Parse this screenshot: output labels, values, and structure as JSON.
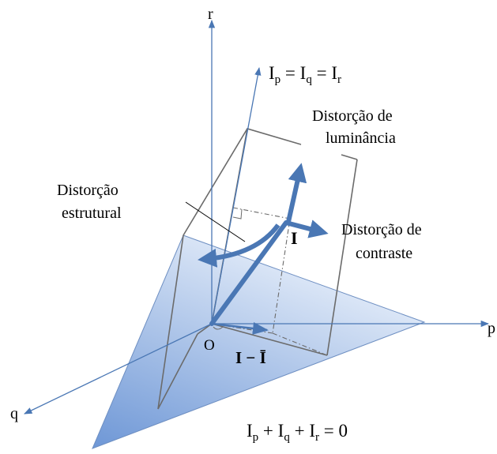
{
  "axes": {
    "p": "p",
    "q": "q",
    "r": "r",
    "origin": "O"
  },
  "diagonal_line": {
    "base": "I",
    "sub_p": "p",
    "eq1": " = ",
    "sub_q": "q",
    "eq2": " = ",
    "sub_r": "r"
  },
  "plane_equation": {
    "sub_p": "p",
    "plus1": " + ",
    "sub_q": "q",
    "plus2": " + ",
    "sub_r": "r",
    "rhs": " = 0"
  },
  "vectors": {
    "image": "I",
    "projection": "I − Ī"
  },
  "labels": {
    "luminance_line1": "Distorção de",
    "luminance_line2": "luminância",
    "structural_line1": "Distorção",
    "structural_line2": "estrutural",
    "contrast_line1": "Distorção de",
    "contrast_line2": "contraste"
  },
  "colors": {
    "plane_light": "#eaf1fb",
    "plane_dark": "#6e97d6",
    "vector": "#4a77b4",
    "axis": "#4a77b4",
    "box": "#6b6b6b"
  }
}
